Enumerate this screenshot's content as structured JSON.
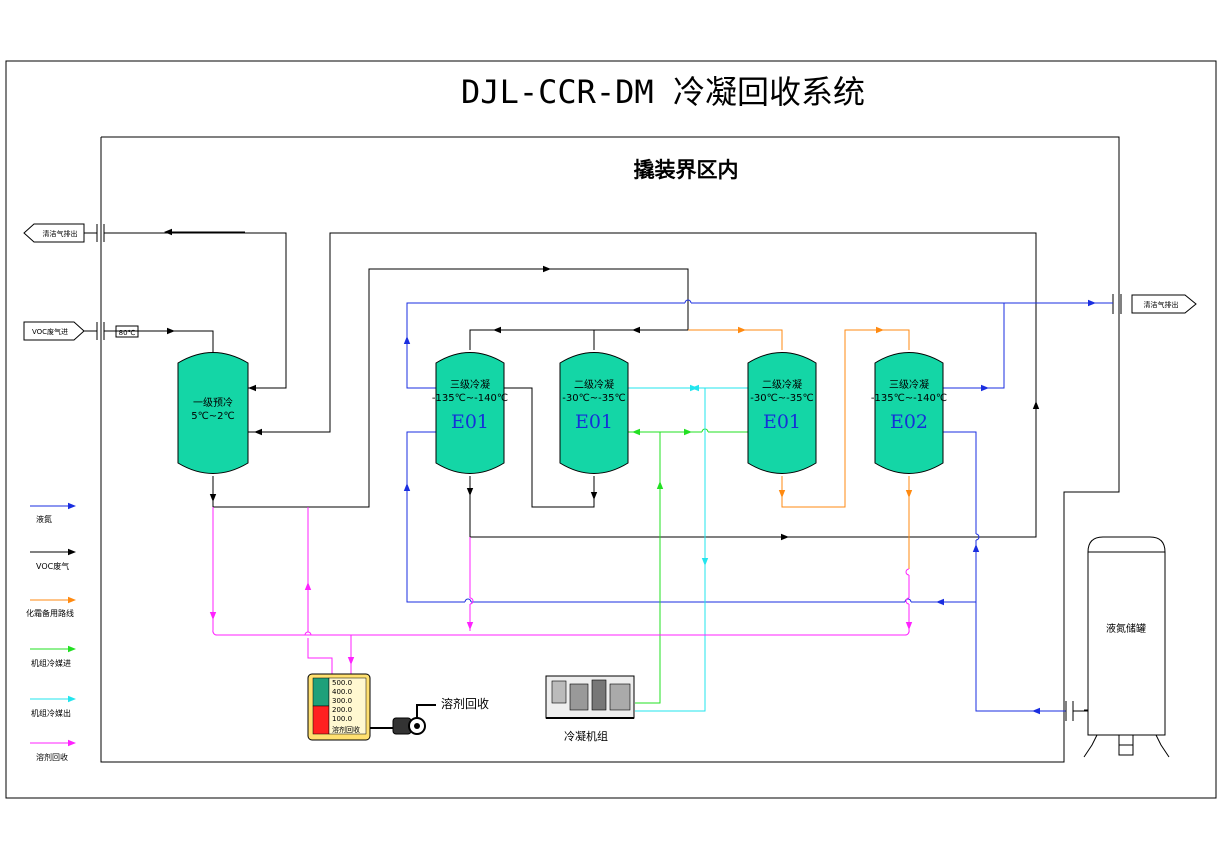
{
  "title": "DJL-CCR-DM 冷凝回收系统",
  "zone_label": "撬装界区内",
  "colors": {
    "liquid_nitrogen": "#1a2ee0",
    "voc_gas": "#000000",
    "defrost": "#ff8a10",
    "unit_cold_in": "#22e022",
    "unit_cold_out": "#22e5ee",
    "solvent_recovery": "#ff22ff",
    "vessel_fill": "#14d6a6",
    "tank_red": "#ff2020",
    "tank_green": "#1ea07a",
    "gauge_bg": "#ffe070"
  },
  "ports": {
    "clean_gas_out_left": "清洁气排出",
    "voc_in": "VOC废气进",
    "temp_badge": "80℃",
    "nitrogen_gas_out": "清洁气排出"
  },
  "vessels": [
    {
      "line1": "一级预冷",
      "line2": "5℃~2℃",
      "tag": ""
    },
    {
      "line1": "三级冷凝",
      "line2": "-135℃~-140℃",
      "tag": "E01"
    },
    {
      "line1": "二级冷凝",
      "line2": "-30℃~-35℃",
      "tag": "E01"
    },
    {
      "line1": "二级冷凝",
      "line2": "-30℃~-35℃",
      "tag": "E01"
    },
    {
      "line1": "三级冷凝",
      "line2": "-135℃~-140℃",
      "tag": "E02"
    }
  ],
  "legend": [
    {
      "label": "液氮",
      "color_key": "liquid_nitrogen"
    },
    {
      "label": "VOC废气",
      "color_key": "voc_gas"
    },
    {
      "label": "化霜备用路线",
      "color_key": "defrost"
    },
    {
      "label": "机组冷媒进",
      "color_key": "unit_cold_in"
    },
    {
      "label": "机组冷媒出",
      "color_key": "unit_cold_out"
    },
    {
      "label": "溶剂回收",
      "color_key": "solvent_recovery"
    }
  ],
  "tank_gauge": {
    "levels": [
      "500.0",
      "400.0",
      "300.0",
      "200.0",
      "100.0"
    ],
    "label": "溶剂回收"
  },
  "solvent_out_label": "溶剂回收",
  "chiller_label": "冷凝机组",
  "ln2_tank_label": "液氮储罐"
}
